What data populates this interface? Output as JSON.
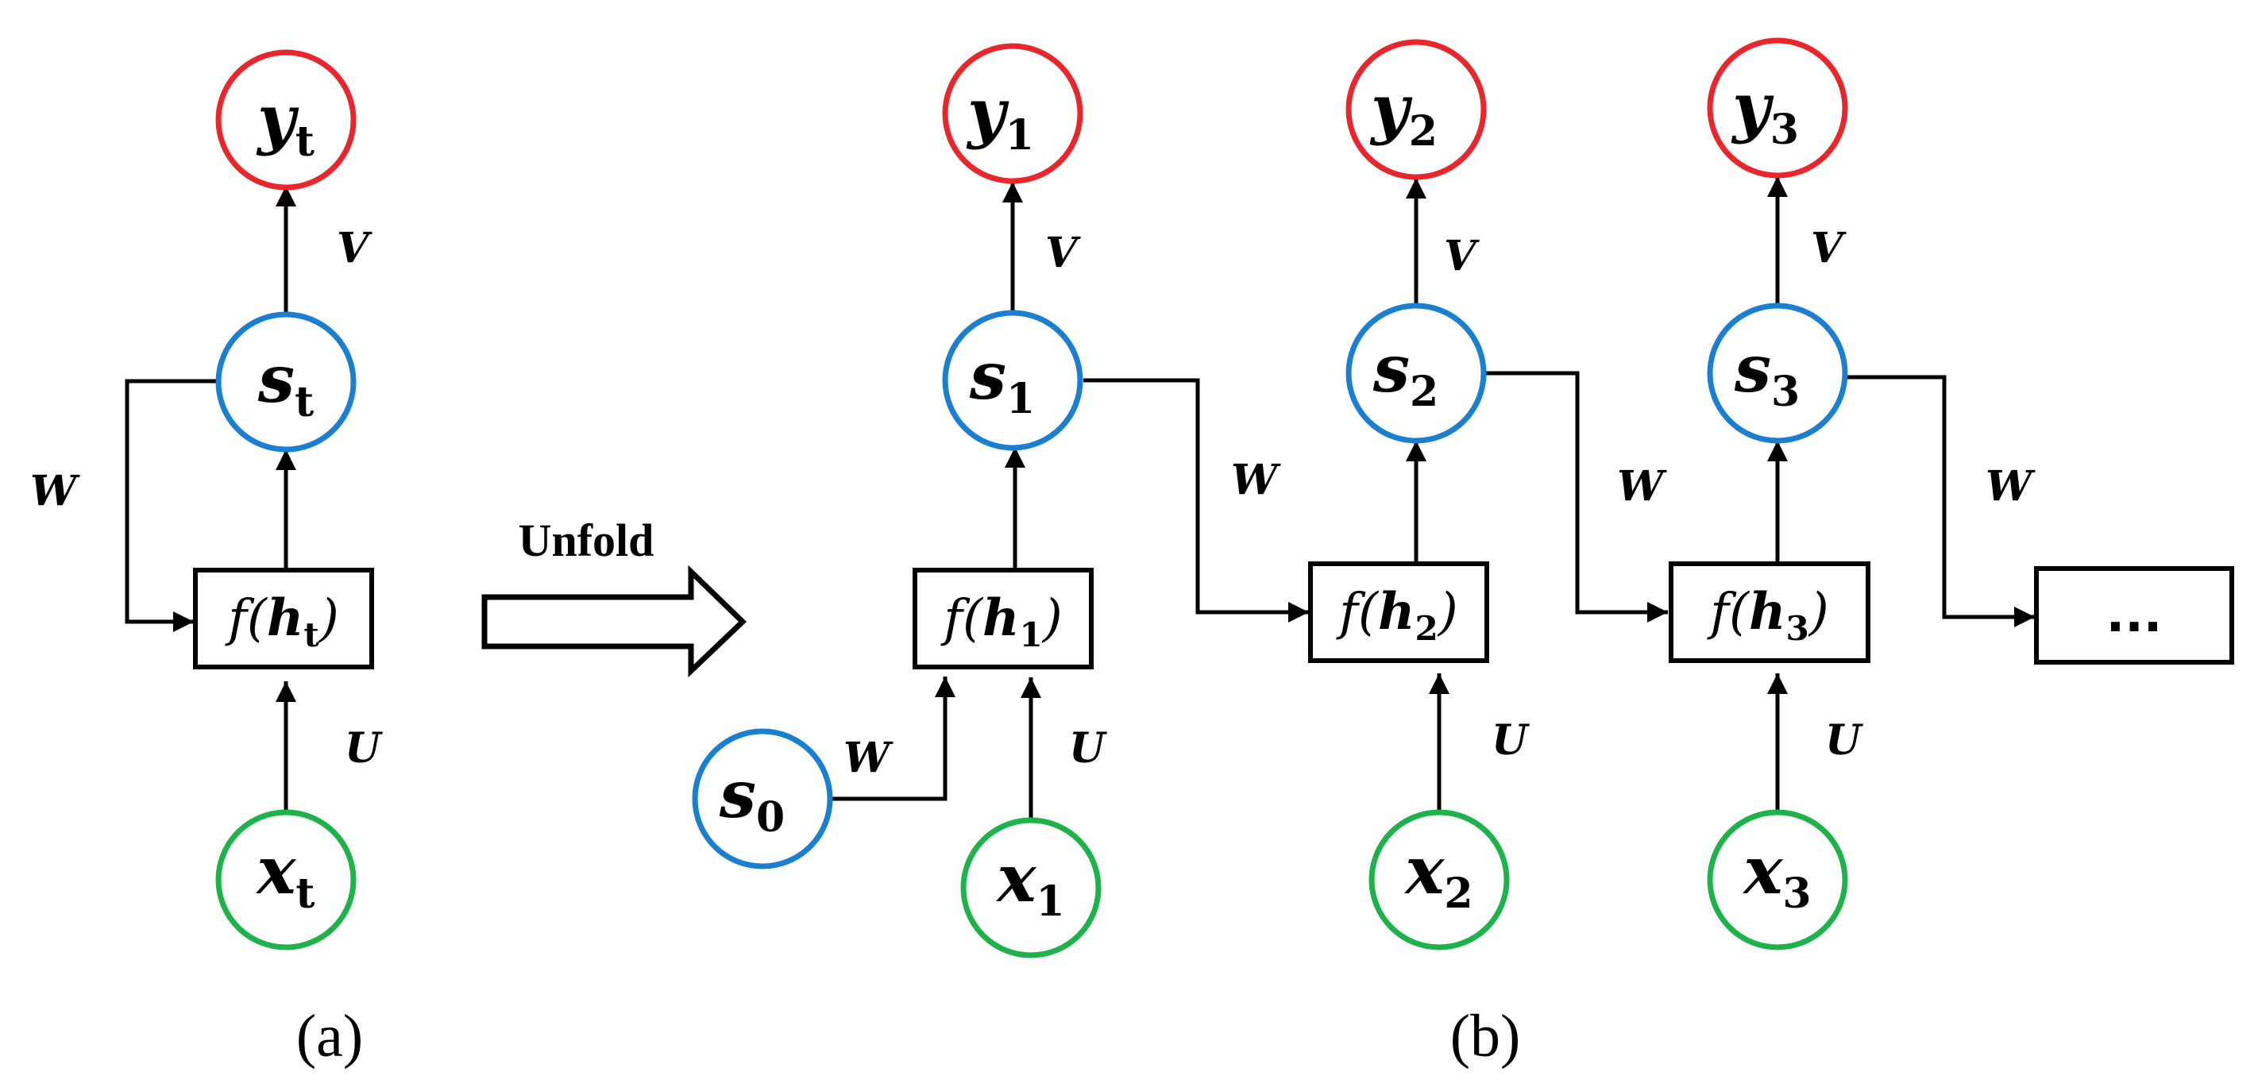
{
  "nodes": {
    "yt": {
      "main": "y",
      "sub": "t"
    },
    "st": {
      "main": "s",
      "sub": "t"
    },
    "xt": {
      "main": "x",
      "sub": "t"
    },
    "y1": {
      "main": "y",
      "sub": "1"
    },
    "y2": {
      "main": "y",
      "sub": "2"
    },
    "y3": {
      "main": "y",
      "sub": "3"
    },
    "s0": {
      "main": "s",
      "sub": "0"
    },
    "s1": {
      "main": "s",
      "sub": "1"
    },
    "s2": {
      "main": "s",
      "sub": "2"
    },
    "s3": {
      "main": "s",
      "sub": "3"
    },
    "x1": {
      "main": "x",
      "sub": "1"
    },
    "x2": {
      "main": "x",
      "sub": "2"
    },
    "x3": {
      "main": "x",
      "sub": "3"
    }
  },
  "functions": {
    "ft": {
      "f": "f(",
      "h": "h",
      "sub": "t",
      "close": ")"
    },
    "f1": {
      "f": "f(",
      "h": "h",
      "sub": "1",
      "close": ")"
    },
    "f2": {
      "f": "f(",
      "h": "h",
      "sub": "2",
      "close": ")"
    },
    "f3": {
      "f": "f(",
      "h": "h",
      "sub": "3",
      "close": ")"
    }
  },
  "more_box": "...",
  "weights": {
    "V": "V",
    "W": "W",
    "U": "U"
  },
  "unfold_label": "Unfold",
  "captions": {
    "a": "(a)",
    "b": "(b)"
  },
  "colors": {
    "output": "#e8262b",
    "hidden": "#1b7fd1",
    "input": "#1db34a"
  }
}
